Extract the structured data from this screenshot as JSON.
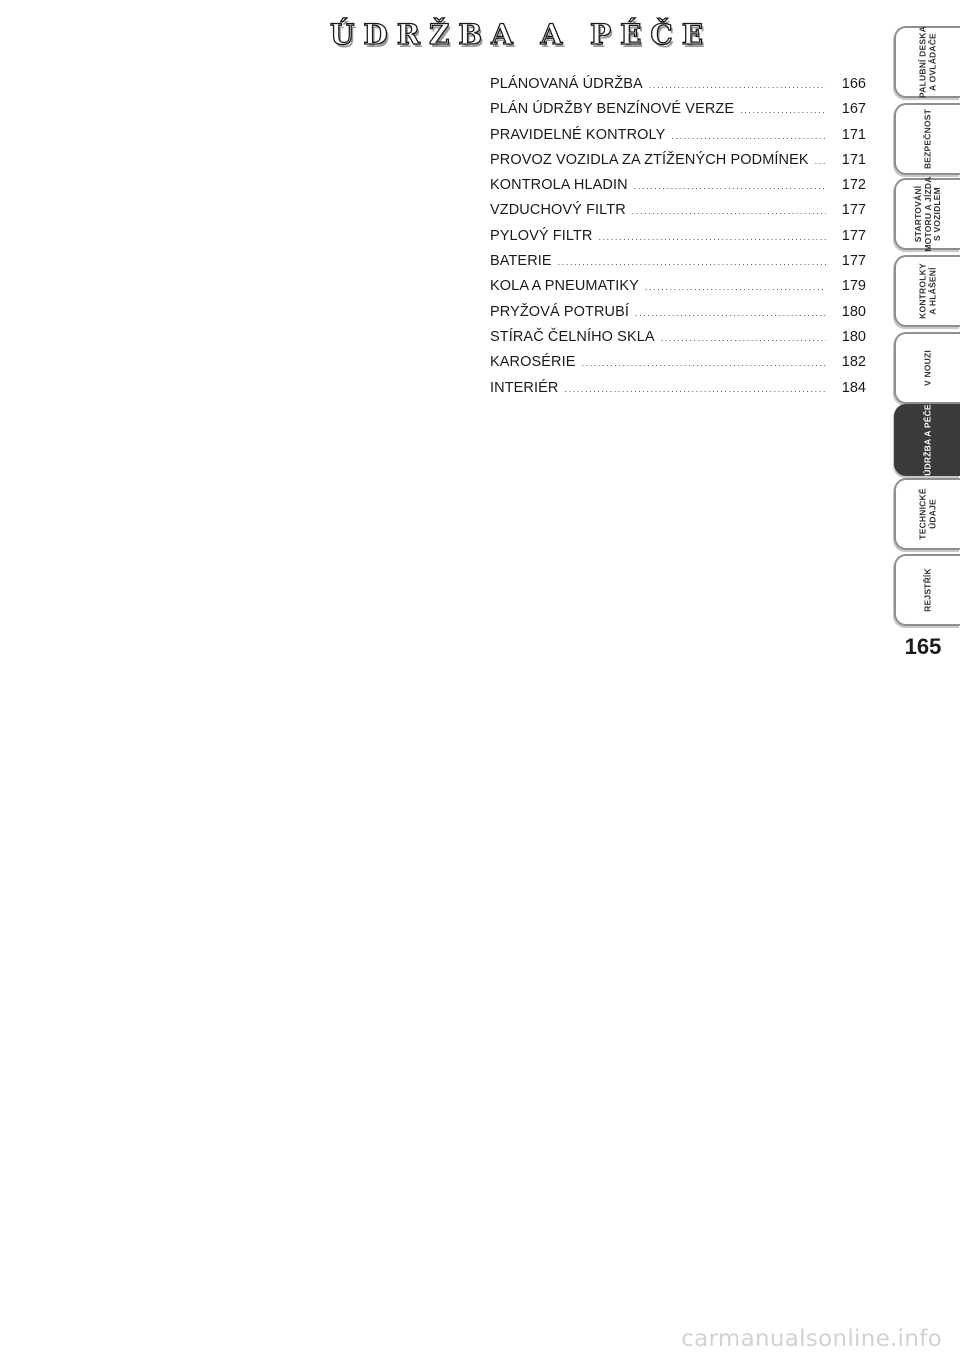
{
  "title": "ÚDRŽBA A PÉČE",
  "toc": [
    {
      "label": "PLÁNOVANÁ ÚDRŽBA",
      "page": "166"
    },
    {
      "label": "PLÁN ÚDRŽBY BENZÍNOVÉ VERZE",
      "page": "167"
    },
    {
      "label": "PRAVIDELNÉ KONTROLY",
      "page": "171"
    },
    {
      "label": "PROVOZ VOZIDLA ZA ZTÍŽENÝCH PODMÍNEK",
      "page": "171"
    },
    {
      "label": "KONTROLA HLADIN",
      "page": "172"
    },
    {
      "label": "VZDUCHOVÝ FILTR",
      "page": "177"
    },
    {
      "label": "PYLOVÝ FILTR",
      "page": "177"
    },
    {
      "label": "BATERIE",
      "page": "177"
    },
    {
      "label": "KOLA A PNEUMATIKY",
      "page": "179"
    },
    {
      "label": "PRYŽOVÁ POTRUBÍ",
      "page": "180"
    },
    {
      "label": "STÍRAČ ČELNÍHO SKLA",
      "page": "180"
    },
    {
      "label": "KAROSÉRIE",
      "page": "182"
    },
    {
      "label": "INTERIÉR",
      "page": "184"
    }
  ],
  "tabs": [
    {
      "label": "PALUBNÍ DESKA\nA OVLÁDAČE",
      "active": false
    },
    {
      "label": "BEZPEČNOST",
      "active": false
    },
    {
      "label": "STARTOVÁNÍ\nMOTORU A JÍZDA\nS VOZIDLEM",
      "active": false
    },
    {
      "label": "KONTROLKY\nA HLÁŠENÍ",
      "active": false
    },
    {
      "label": "V NOUZI",
      "active": false
    },
    {
      "label": "ÚDRŽBA A PÉČE",
      "active": true
    },
    {
      "label": "TECHNICKÉ\nÚDAJE",
      "active": false
    },
    {
      "label": "REJSTŘÍK",
      "active": false
    }
  ],
  "page_number": "165",
  "watermark": "carmanualsonline.info",
  "colors": {
    "active_tab": "#3b3b3b",
    "tab_border": "#8f8f8f"
  }
}
